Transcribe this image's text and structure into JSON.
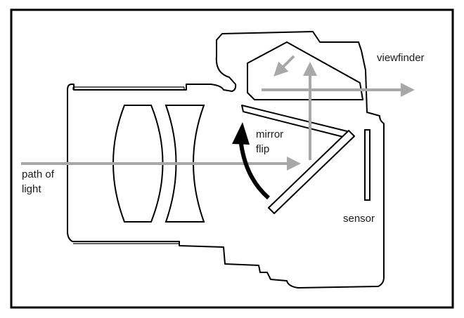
{
  "labels": {
    "viewfinder": "viewfinder",
    "mirror_line1": "mirror",
    "mirror_line2": "flip",
    "path_line1": "path of",
    "path_line2": "light",
    "sensor": "sensor"
  },
  "colors": {
    "outline": "#000000",
    "light_path": "#a8a8a8",
    "flip_arrow": "#000000",
    "background": "#ffffff"
  }
}
